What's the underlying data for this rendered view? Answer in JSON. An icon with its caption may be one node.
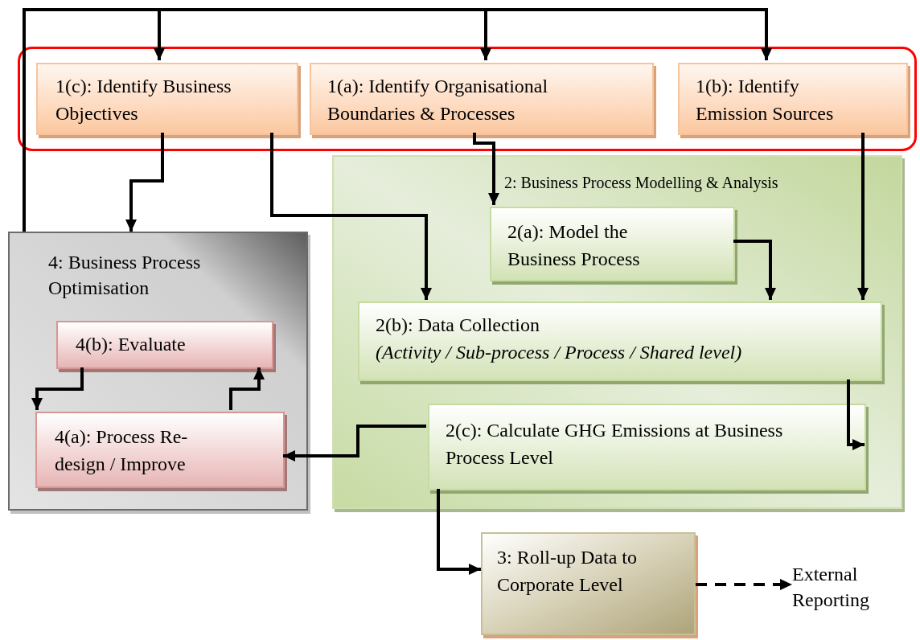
{
  "diagram": {
    "nodes": [
      {
        "text": [],
        "shape": "box"
      },
      {
        "text": [
          "1(c): Identify Business Objectives"
        ],
        "in": 0
      },
      {
        "text": [
          "1(a): Identify Organisational Boundaries & Processes"
        ],
        "in": 0
      },
      {
        "text": [
          "1(b): Identify Emission Sources"
        ],
        "in": 0
      },
      {
        "text": [
          "2: Business Process Modelling & Analysis"
        ]
      },
      {
        "text": [
          "2(a): Model the Business Process"
        ],
        "in": 4
      },
      {
        "text": [
          "2(b): Data Collection",
          "(Activity / Sub-process / Process / Shared level)"
        ],
        "in": 4
      },
      {
        "text": [
          "2(c): Calculate GHG Emissions at Business Process Level"
        ],
        "in": 4
      },
      {
        "text": [
          "4: Business Process Optimisation"
        ]
      },
      {
        "text": [
          "4(b): Evaluate"
        ],
        "in": 8
      },
      {
        "text": [
          "4(a): Process Re-design / Improve"
        ],
        "in": 8
      },
      {
        "text": [
          "3: Roll-up Data to Corporate Level"
        ]
      },
      {
        "text": [
          "External Reporting"
        ]
      }
    ],
    "edges": [
      {
        "from": 8,
        "to": 1,
        "arrow": "to"
      },
      {
        "from": 8,
        "to": 2,
        "arrow": "to"
      },
      {
        "from": 8,
        "to": 3,
        "arrow": "to"
      },
      {
        "from": 1,
        "to": 8,
        "arrow": "to"
      },
      {
        "from": 1,
        "to": 6,
        "arrow": "to"
      },
      {
        "from": 2,
        "to": 5,
        "arrow": "to"
      },
      {
        "from": 5,
        "to": 6,
        "arrow": "to"
      },
      {
        "from": 3,
        "to": 6,
        "arrow": "to"
      },
      {
        "from": 6,
        "to": 7,
        "arrow": "to"
      },
      {
        "from": 7,
        "to": 10,
        "arrow": "to"
      },
      {
        "from": 9,
        "to": 10,
        "arrow": "to"
      },
      {
        "from": 10,
        "to": 9,
        "arrow": "to"
      },
      {
        "from": 7,
        "to": 11,
        "arrow": "to"
      },
      {
        "from": 11,
        "to": 12,
        "arrow": "to",
        "style": "dashed"
      }
    ]
  }
}
